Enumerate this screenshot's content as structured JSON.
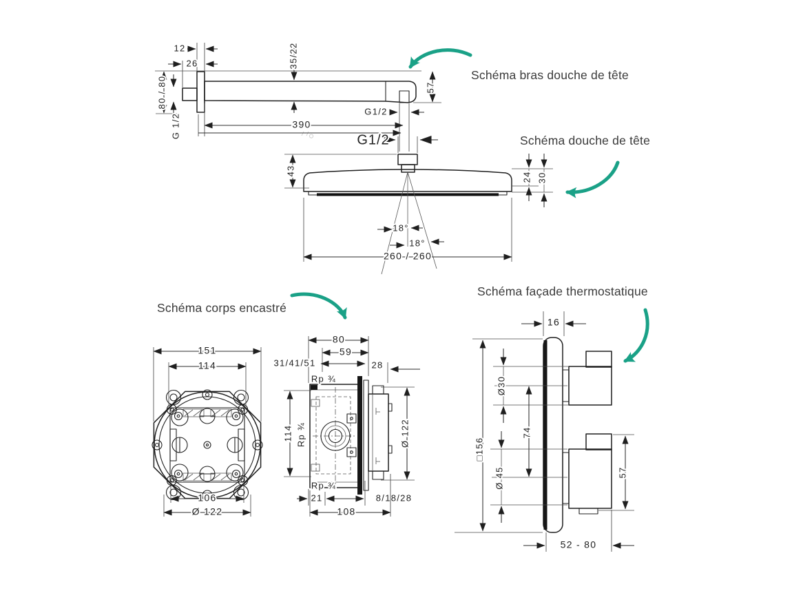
{
  "colors": {
    "accent": "#1aa187",
    "ink": "#1f1f1f",
    "title_text": "#3a3a3a",
    "background": "#ffffff"
  },
  "schematics": {
    "arm": {
      "title": "Schéma bras douche de tête",
      "dims": {
        "width_12": "12",
        "depth_26": "26",
        "plate_80": "80 / 80",
        "thread_wall": "G 1/2",
        "arm_height": "35/22",
        "length_390": "390",
        "thread_outlet": "G1/2",
        "end_height_57": "57"
      }
    },
    "head": {
      "title": "Schéma douche de tête",
      "dims": {
        "thread": "G1/2",
        "height_43": "43",
        "rim_24": "24",
        "rim_30": "30",
        "angle_left": "18°",
        "angle_right": "18°",
        "width": "260 / 260"
      }
    },
    "body": {
      "title": "Schéma corps encastré",
      "front": {
        "width_151": "151",
        "width_114": "114",
        "width_106": "106",
        "diameter": "Ø 122"
      },
      "side": {
        "depth_80": "80",
        "depth_59": "59",
        "depth_range": "31/41/51",
        "offset_28": "28",
        "thread_top": "Rp ¾",
        "thread_mid": "Rp ¾",
        "thread_bottom": "Rp ¾",
        "height_114": "114",
        "diameter": "Ø 122",
        "offset_21": "21",
        "depth_108": "108",
        "offset_range": "8/18/28"
      }
    },
    "facade": {
      "title": "Schéma façade thermostatique",
      "dims": {
        "plate_16": "16",
        "plate_156": "□156",
        "knob_30": "Ø30",
        "spacing_74": "74",
        "knob_45": "Ø 45",
        "knob_57": "57",
        "depth_range": "52 - 80"
      }
    }
  }
}
